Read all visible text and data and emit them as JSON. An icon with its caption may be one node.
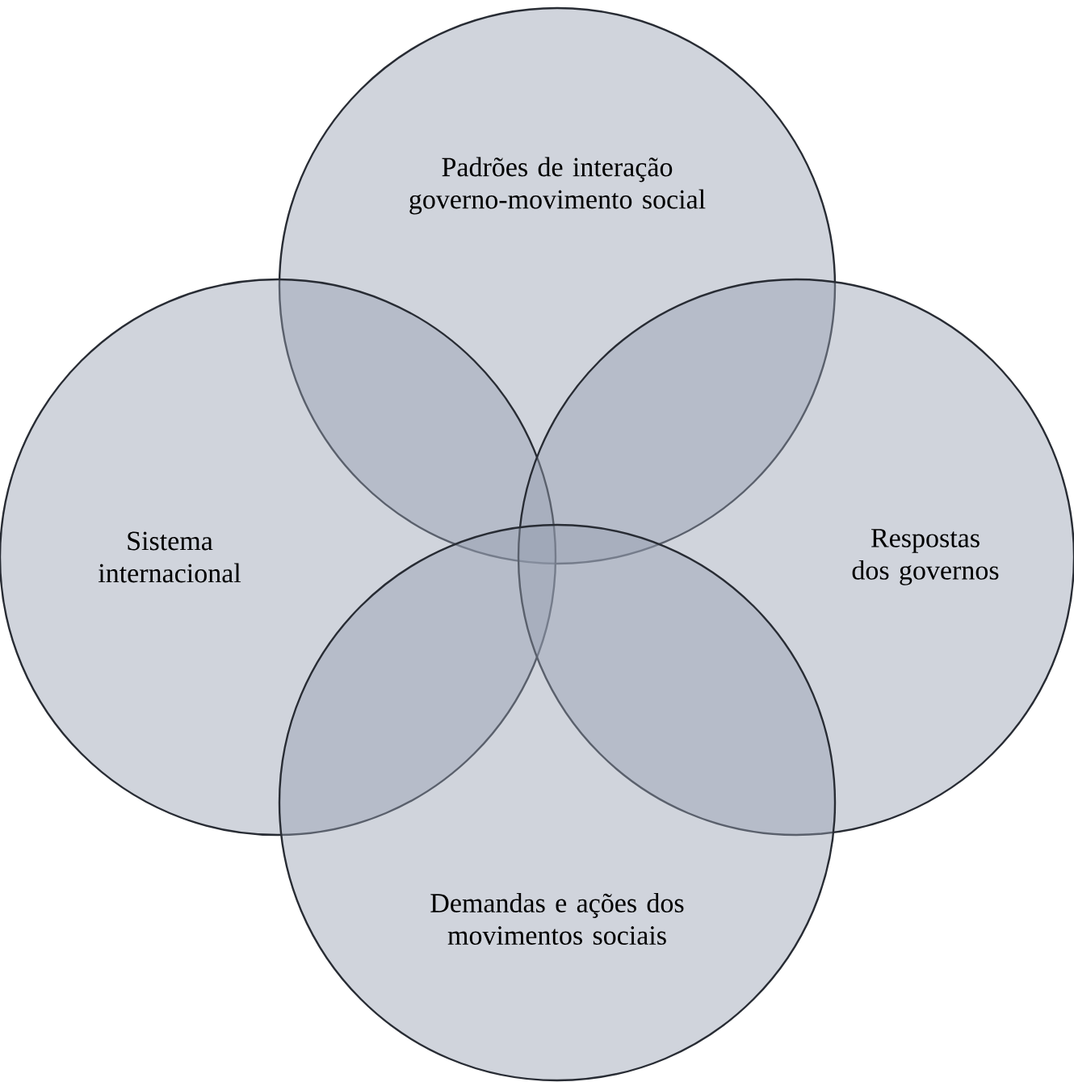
{
  "diagram": {
    "nodes": [
      {
        "text": [
          "Padrões de interação governo-movimento social"
        ]
      },
      {
        "text": [
          "Sistema internacional"
        ]
      },
      {
        "text": [
          "Respostas dos governos"
        ]
      },
      {
        "text": [
          "Demandas e ações dos movimentos sociais"
        ]
      }
    ]
  }
}
